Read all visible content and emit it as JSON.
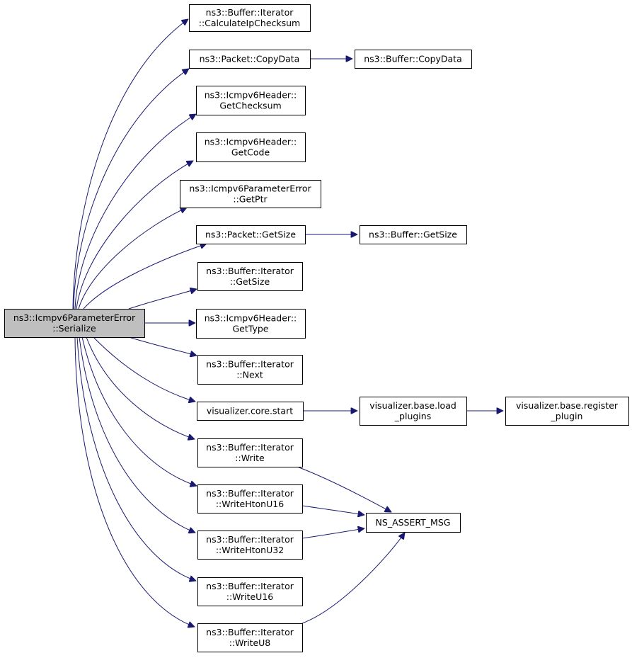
{
  "colors": {
    "edge": "#191970",
    "node_border": "#000000",
    "node_fill": "#ffffff",
    "root_fill": "#bfbfbf"
  },
  "nodes": [
    {
      "id": "root",
      "lines": [
        "ns3::Icmpv6ParameterError",
        "::Serialize"
      ],
      "root": true
    },
    {
      "id": "calc_ip_checksum",
      "lines": [
        "ns3::Buffer::Iterator",
        "::CalculateIpChecksum"
      ]
    },
    {
      "id": "packet_copydata",
      "lines": [
        "ns3::Packet::CopyData"
      ]
    },
    {
      "id": "buffer_copydata",
      "lines": [
        "ns3::Buffer::CopyData"
      ]
    },
    {
      "id": "get_checksum",
      "lines": [
        "ns3::Icmpv6Header::",
        "GetChecksum"
      ]
    },
    {
      "id": "get_code",
      "lines": [
        "ns3::Icmpv6Header::",
        "GetCode"
      ]
    },
    {
      "id": "get_ptr",
      "lines": [
        "ns3::Icmpv6ParameterError",
        "::GetPtr"
      ]
    },
    {
      "id": "packet_getsize",
      "lines": [
        "ns3::Packet::GetSize"
      ]
    },
    {
      "id": "buffer_getsize",
      "lines": [
        "ns3::Buffer::GetSize"
      ]
    },
    {
      "id": "iter_getsize",
      "lines": [
        "ns3::Buffer::Iterator",
        "::GetSize"
      ]
    },
    {
      "id": "get_type",
      "lines": [
        "ns3::Icmpv6Header::",
        "GetType"
      ]
    },
    {
      "id": "iter_next",
      "lines": [
        "ns3::Buffer::Iterator",
        "::Next"
      ]
    },
    {
      "id": "vis_core_start",
      "lines": [
        "visualizer.core.start"
      ]
    },
    {
      "id": "vis_load_plugins",
      "lines": [
        "visualizer.base.load",
        "_plugins"
      ]
    },
    {
      "id": "vis_register_plugin",
      "lines": [
        "visualizer.base.register",
        "_plugin"
      ]
    },
    {
      "id": "iter_write",
      "lines": [
        "ns3::Buffer::Iterator",
        "::Write"
      ]
    },
    {
      "id": "iter_write_htonu16",
      "lines": [
        "ns3::Buffer::Iterator",
        "::WriteHtonU16"
      ]
    },
    {
      "id": "ns_assert_msg",
      "lines": [
        "NS_ASSERT_MSG"
      ]
    },
    {
      "id": "iter_write_htonu32",
      "lines": [
        "ns3::Buffer::Iterator",
        "::WriteHtonU32"
      ]
    },
    {
      "id": "iter_write_u16",
      "lines": [
        "ns3::Buffer::Iterator",
        "::WriteU16"
      ]
    },
    {
      "id": "iter_write_u8",
      "lines": [
        "ns3::Buffer::Iterator",
        "::WriteU8"
      ]
    }
  ],
  "edges": [
    {
      "from": "root",
      "to": "calc_ip_checksum"
    },
    {
      "from": "root",
      "to": "packet_copydata"
    },
    {
      "from": "packet_copydata",
      "to": "buffer_copydata"
    },
    {
      "from": "root",
      "to": "get_checksum"
    },
    {
      "from": "root",
      "to": "get_code"
    },
    {
      "from": "root",
      "to": "get_ptr"
    },
    {
      "from": "root",
      "to": "packet_getsize"
    },
    {
      "from": "packet_getsize",
      "to": "buffer_getsize"
    },
    {
      "from": "root",
      "to": "iter_getsize"
    },
    {
      "from": "root",
      "to": "get_type"
    },
    {
      "from": "root",
      "to": "iter_next"
    },
    {
      "from": "root",
      "to": "vis_core_start"
    },
    {
      "from": "vis_core_start",
      "to": "vis_load_plugins"
    },
    {
      "from": "vis_load_plugins",
      "to": "vis_register_plugin"
    },
    {
      "from": "root",
      "to": "iter_write"
    },
    {
      "from": "iter_write",
      "to": "ns_assert_msg"
    },
    {
      "from": "root",
      "to": "iter_write_htonu16"
    },
    {
      "from": "iter_write_htonu16",
      "to": "ns_assert_msg"
    },
    {
      "from": "root",
      "to": "iter_write_htonu32"
    },
    {
      "from": "iter_write_htonu32",
      "to": "ns_assert_msg"
    },
    {
      "from": "root",
      "to": "iter_write_u16"
    },
    {
      "from": "root",
      "to": "iter_write_u8"
    },
    {
      "from": "iter_write_u8",
      "to": "ns_assert_msg"
    }
  ]
}
